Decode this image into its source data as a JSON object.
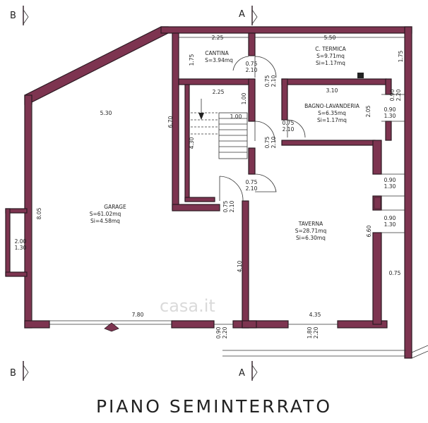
{
  "title": "PIANO SEMINTERRATO",
  "watermark": "casa.it",
  "section_marks": {
    "top_left": "B",
    "top_right": "A",
    "bottom_left": "B",
    "bottom_right": "A"
  },
  "rooms": {
    "garage": {
      "name": "GARAGE",
      "s": "S=61.02mq",
      "si": "Si=4.58mq"
    },
    "cantina": {
      "name": "CANTINA",
      "s": "S=3.94mq"
    },
    "termica": {
      "name": "C. TERMICA",
      "s": "S=9.71mq",
      "si": "Si=1.17mq"
    },
    "bagno": {
      "name": "BAGNO-LAVANDERIA",
      "s": "S=6.35mq",
      "si": "Si=1.17mq"
    },
    "taverna": {
      "name": "TAVERNA",
      "s": "S=28.71mq",
      "si": "Si=6.30mq"
    }
  },
  "dims": {
    "d_225_top": "2.25",
    "d_550": "5.50",
    "d_175_left": "1.75",
    "d_175_right": "1.75",
    "d_075_210_a": "0.75",
    "d_075_210_a2": "2.10",
    "d_075_210_b": "0.75",
    "d_075_210_b2": "2.10",
    "d_225_mid": "2.25",
    "d_310": "3.10",
    "d_090_220": "0.90",
    "d_090_220b": "2.20",
    "d_530": "5.30",
    "d_670": "6.70",
    "d_100_v": "1.00",
    "d_100_h": "1.00",
    "d_205": "2.05",
    "d_090_130_a": "0.90",
    "d_090_130_a2": "1.30",
    "d_075_210_c": "0.75",
    "d_075_210_c2": "2.10",
    "d_075_210_d": "0.75",
    "d_075_210_d2": "2.10",
    "d_430": "4.30",
    "d_075_210_e": "0.75",
    "d_075_210_e2": "2.10",
    "d_075_210_f": "0.75",
    "d_075_210_f2": "2.10",
    "d_090_130_b": "0.90",
    "d_090_130_b2": "1.30",
    "d_090_130_c": "0.90",
    "d_090_130_c2": "1.30",
    "d_805": "8.05",
    "d_200": "2.00",
    "d_130": "1.30",
    "d_660": "6.60",
    "d_410": "4.10",
    "d_075_right": "0.75",
    "d_780": "7.80",
    "d_435": "4.35",
    "d_090_bot": "0.90",
    "d_220_bot": "2.20",
    "d_180_bot": "1.80",
    "d_220_bot2": "2.20"
  }
}
